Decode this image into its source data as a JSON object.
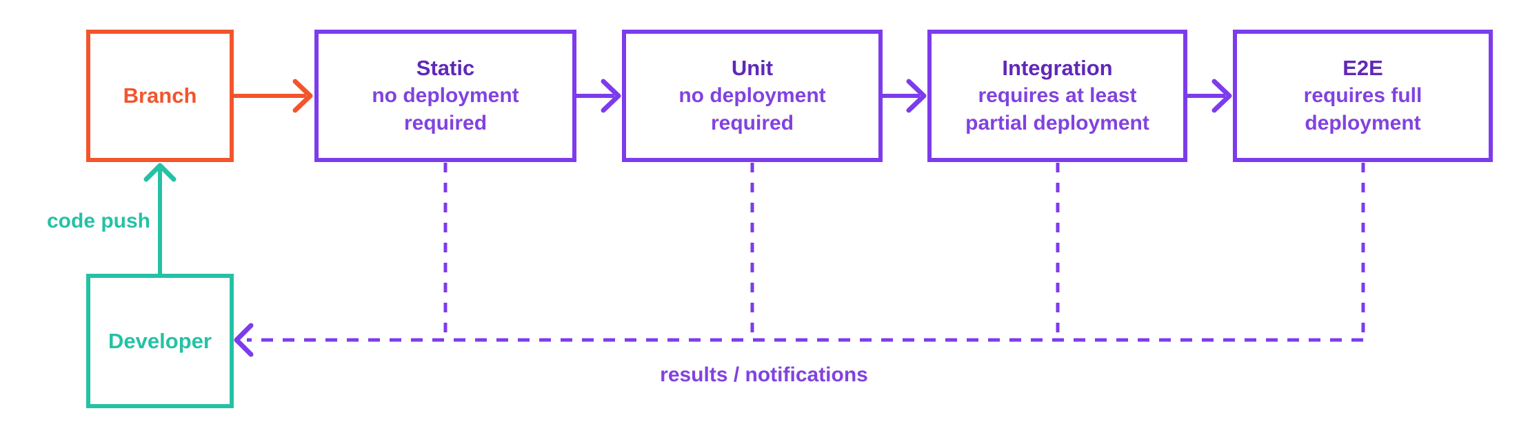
{
  "diagram": {
    "nodes": {
      "branch": {
        "title": "Branch"
      },
      "static": {
        "title": "Static",
        "subtitle": "no deployment\nrequired"
      },
      "unit": {
        "title": "Unit",
        "subtitle": "no deployment\nrequired"
      },
      "integration": {
        "title": "Integration",
        "subtitle": "requires at least\npartial deployment"
      },
      "e2e": {
        "title": "E2E",
        "subtitle": "requires full\ndeployment"
      },
      "developer": {
        "title": "Developer"
      }
    },
    "edge_labels": {
      "code_push": "code push",
      "results": "results / notifications"
    },
    "edges": [
      {
        "from": "developer",
        "to": "branch",
        "style": "solid",
        "color": "teal",
        "label": "code push"
      },
      {
        "from": "branch",
        "to": "static",
        "style": "solid",
        "color": "orange"
      },
      {
        "from": "static",
        "to": "unit",
        "style": "solid",
        "color": "purple"
      },
      {
        "from": "unit",
        "to": "integration",
        "style": "solid",
        "color": "purple"
      },
      {
        "from": "integration",
        "to": "e2e",
        "style": "solid",
        "color": "purple"
      },
      {
        "from": "static",
        "to": "developer",
        "style": "dashed",
        "color": "purple",
        "label": "results / notifications"
      },
      {
        "from": "unit",
        "to": "developer",
        "style": "dashed",
        "color": "purple",
        "label": "results / notifications"
      },
      {
        "from": "integration",
        "to": "developer",
        "style": "dashed",
        "color": "purple",
        "label": "results / notifications"
      },
      {
        "from": "e2e",
        "to": "developer",
        "style": "dashed",
        "color": "purple",
        "label": "results / notifications"
      }
    ]
  },
  "colors": {
    "orange": "#f2552c",
    "purple": "#7d3bec",
    "purple_dark": "#5f28b8",
    "purple_mid": "#8142e0",
    "teal": "#25c1a5",
    "background": "#ffffff"
  }
}
